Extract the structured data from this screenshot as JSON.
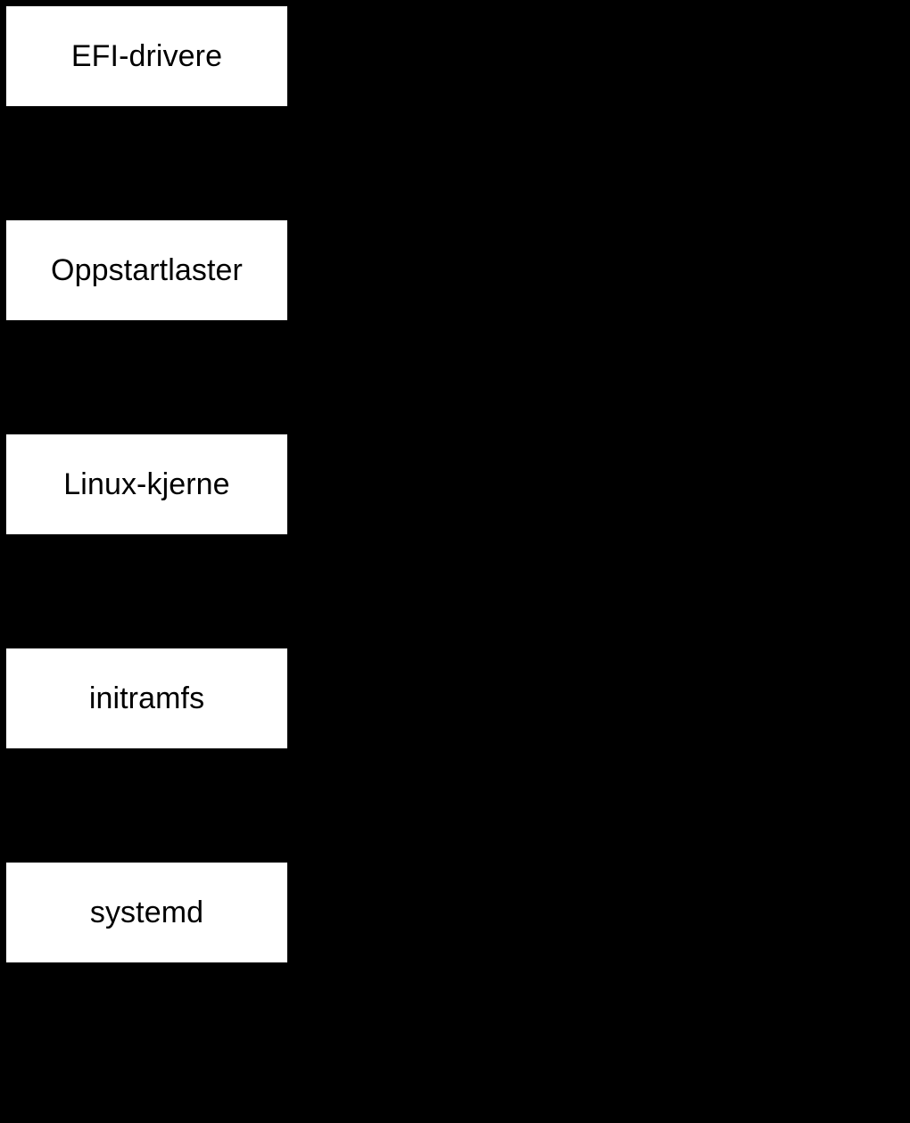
{
  "diagram": {
    "type": "flow",
    "orientation": "vertical",
    "background_color": "#000000",
    "node_fill_color": "#ffffff",
    "node_text_color": "#000000",
    "nodes": [
      {
        "label": "EFI-drivere"
      },
      {
        "label": "Oppstartlaster"
      },
      {
        "label": "Linux-kjerne"
      },
      {
        "label": "initramfs"
      },
      {
        "label": "systemd"
      }
    ]
  }
}
